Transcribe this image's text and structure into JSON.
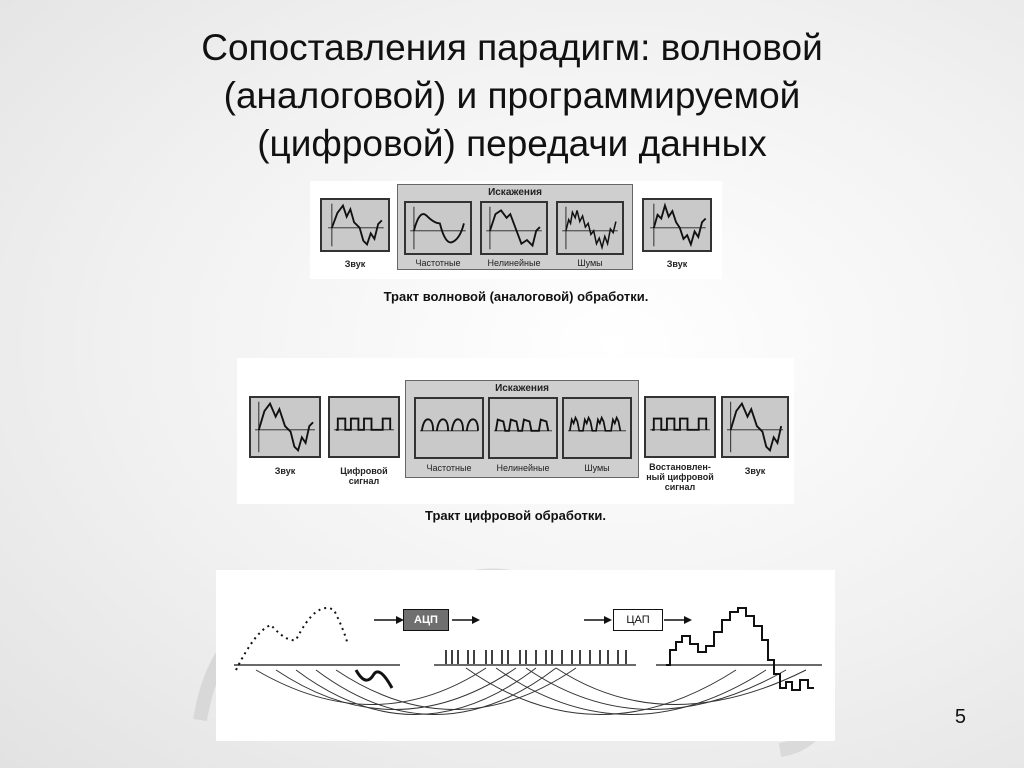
{
  "title_lines": [
    "Сопоставления парадигм: волновой",
    "(аналоговой) и программируемой",
    "(цифровой) передачи данных"
  ],
  "analog": {
    "group_title": "Искажения",
    "labels": {
      "input": "Звук",
      "freq": "Частотные",
      "nonlin": "Нелинейные",
      "noise": "Шумы",
      "output": "Звук"
    },
    "caption": "Тракт волновой (аналоговой) обработки."
  },
  "digital": {
    "group_title": "Искажения",
    "labels": {
      "input": "Звук",
      "digital_l1": "Цифровой",
      "digital_l2": "сигнал",
      "freq": "Частотные",
      "nonlin": "Нелинейные",
      "noise": "Шумы",
      "restored_l1": "Востановлен-",
      "restored_l2": "ный цифровой",
      "restored_l3": "сигнал",
      "output": "Звук"
    },
    "caption": "Тракт цифровой обработки."
  },
  "conversion": {
    "adc": "АЦП",
    "dac": "ЦАП"
  },
  "page_number": "5"
}
